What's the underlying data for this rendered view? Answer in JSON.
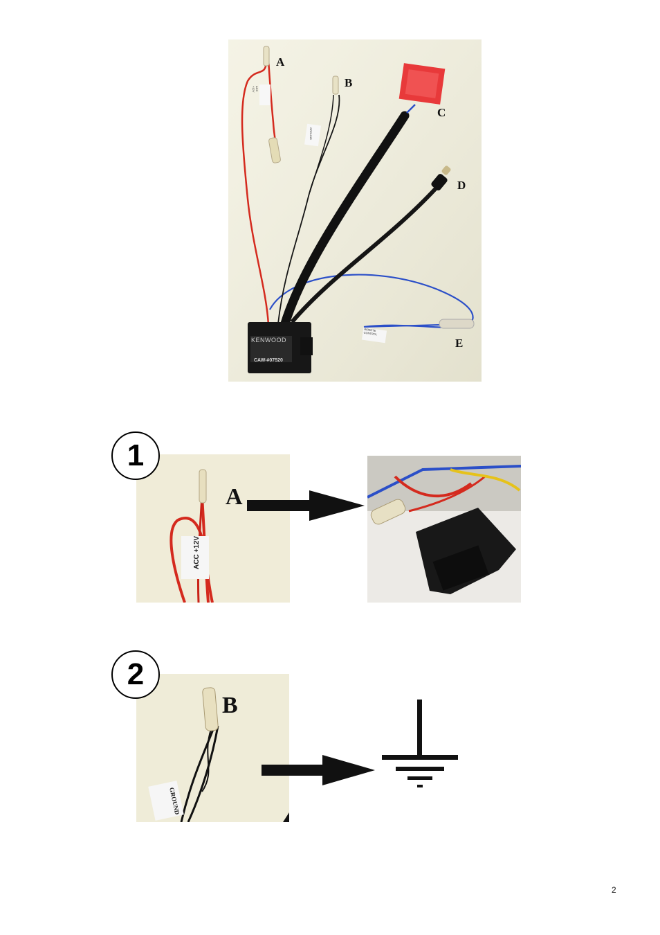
{
  "page": {
    "number": "2"
  },
  "overview": {
    "labels": [
      "A",
      "B",
      "C",
      "D",
      "E"
    ],
    "module_brand": "KENWOOD",
    "module_part": "CAW-#07520",
    "tags": {
      "acc": "ACC\n+12V",
      "ground": "GROUND",
      "remote": "REMOTE\nCONTROL"
    }
  },
  "steps": [
    {
      "number": "1",
      "letter": "A",
      "tag": "ACC +12V",
      "target": "vehicle-connector"
    },
    {
      "number": "2",
      "letter": "B",
      "tag": "GROUND",
      "target": "ground-symbol"
    }
  ],
  "colors": {
    "wire_red": "#d42a1e",
    "wire_black": "#141414",
    "wire_blue": "#2b4fc8",
    "connector_red": "#e8393a",
    "photo_background": "#f2f0df",
    "module": "#171717"
  }
}
